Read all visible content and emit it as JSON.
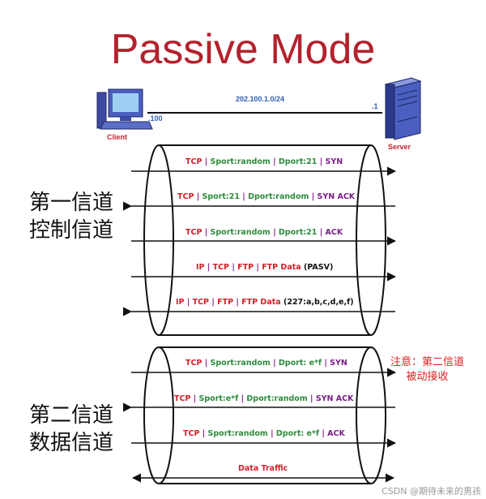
{
  "title": "Passive Mode",
  "network": {
    "subnet": "202.100.1.0/24",
    "client_ip": ".100",
    "server_ip": ".1"
  },
  "hosts": {
    "client": "Client",
    "server": "Server"
  },
  "channel1": {
    "line1": "第一信道",
    "line2": "控制信道"
  },
  "channel2": {
    "line1": "第二信道",
    "line2": "数据信道"
  },
  "note": {
    "line1": "注意：第二信道",
    "line2": "被动接收"
  },
  "sep": "|",
  "packets": {
    "p1": {
      "a": "TCP",
      "b": "Sport:random",
      "c": "Dport:21",
      "d": "SYN"
    },
    "p2": {
      "a": "TCP",
      "b": "Sport:21",
      "c": "Dport:random",
      "d": "SYN ACK"
    },
    "p3": {
      "a": "TCP",
      "b": "Sport:random",
      "c": "Dport:21",
      "d": "ACK"
    },
    "p4": {
      "a": "IP",
      "b": "TCP",
      "c": "FTP",
      "d": "FTP Data",
      "e": "(PASV)"
    },
    "p5": {
      "a": "IP",
      "b": "TCP",
      "c": "FTP",
      "d": "FTP Data",
      "e": "(227:a,b,c,d,e,f)"
    },
    "p6": {
      "a": "TCP",
      "b": "Sport:random",
      "c": "Dport: e*f",
      "d": "SYN"
    },
    "p7": {
      "a": "TCP",
      "b": "Sport:e*f",
      "c": "Dport:random",
      "d": "SYN ACK"
    },
    "p8": {
      "a": "TCP",
      "b": "Sport:random",
      "c": "Dport: e*f",
      "d": "ACK"
    },
    "p9": {
      "a": "Data Traffic"
    }
  },
  "watermark": "CSDN @期待未来的男孩"
}
